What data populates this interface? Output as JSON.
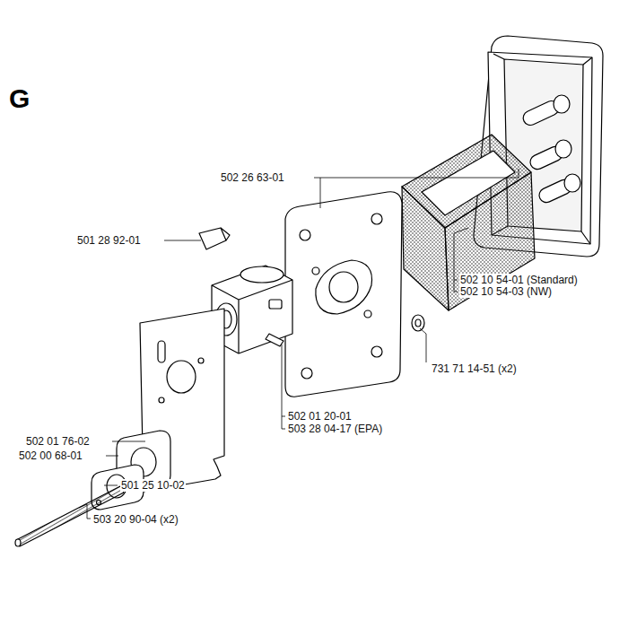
{
  "diagram": {
    "title": "G",
    "labels": [
      "502 26 63-01",
      "501 28 92-01",
      "502 10 54-01 (Standard)",
      "502 10 54-03 (NW)",
      "731 71 14-51 (x2)",
      "502 01 76-02",
      "502 01 20-01",
      "503 28 04-17 (EPA)",
      "502 00 68-01",
      "501 25 10-02",
      "503 20 90-04 (x2)"
    ]
  }
}
